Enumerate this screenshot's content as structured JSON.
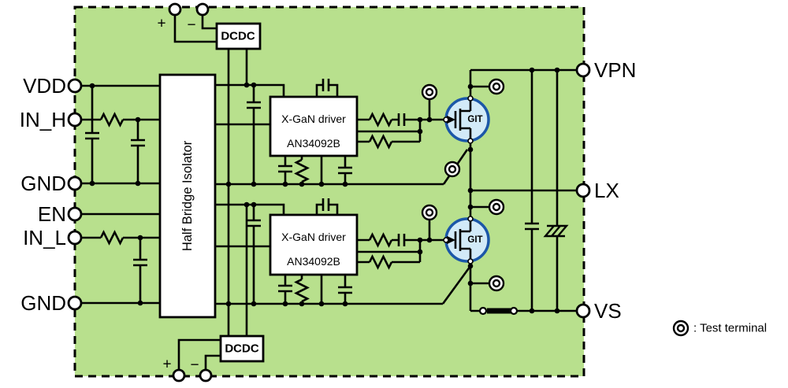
{
  "diagram": {
    "colors": {
      "board_green": "#b8e08d",
      "git_ring_blue": "#1b57a8",
      "git_fill_blue": "#d2eaf8",
      "git_text_blue": "#1a5cb8"
    },
    "left_terminals": {
      "vdd": "VDD",
      "in_h": "IN_H",
      "gnd_top": "GND",
      "en": "EN",
      "in_l": "IN_L",
      "gnd_bottom": "GND"
    },
    "right_terminals": {
      "vpn": "VPN",
      "lx": "LX",
      "vs": "VS"
    },
    "supply_top": {
      "plus": "+",
      "minus": "−",
      "dcdc": "DCDC"
    },
    "supply_bottom": {
      "plus": "+",
      "minus": "−",
      "dcdc": "DCDC"
    },
    "isolator_label": "Half Bridge Isolator",
    "driver_top": {
      "name": "X-GaN driver",
      "part": "AN34092B"
    },
    "driver_bottom": {
      "name": "X-GaN driver",
      "part": "AN34092B"
    },
    "git_top_label": "GIT",
    "git_bottom_label": "GIT",
    "legend": {
      "text": ": Test terminal"
    }
  }
}
